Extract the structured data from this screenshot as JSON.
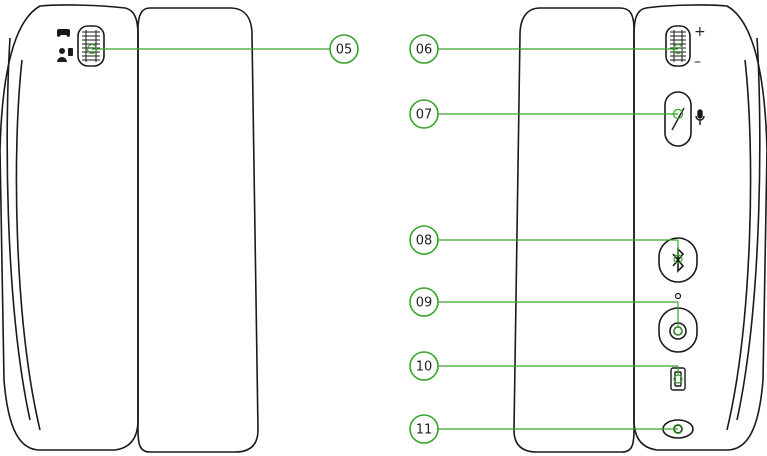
{
  "diagram": {
    "colors": {
      "outline": "#1a1a1a",
      "callout": "#3aa22e",
      "callout_text": "#222222",
      "background": "#ffffff"
    },
    "callouts": [
      {
        "id": "05",
        "label": "05",
        "target": "left-mode-slider"
      },
      {
        "id": "06",
        "label": "06",
        "target": "volume-wheel"
      },
      {
        "id": "07",
        "label": "07",
        "target": "mic-mute-button"
      },
      {
        "id": "08",
        "label": "08",
        "target": "bluetooth-button"
      },
      {
        "id": "09",
        "label": "09",
        "target": "power-button"
      },
      {
        "id": "10",
        "label": "10",
        "target": "usb-port"
      },
      {
        "id": "11",
        "label": "11",
        "target": "audio-jack"
      }
    ],
    "symbols": {
      "volume_plus": "+",
      "volume_minus": "–"
    },
    "icons": [
      "gamepad-icon",
      "chat-person-icon",
      "microphone-icon",
      "bluetooth-icon",
      "power-icon"
    ]
  }
}
